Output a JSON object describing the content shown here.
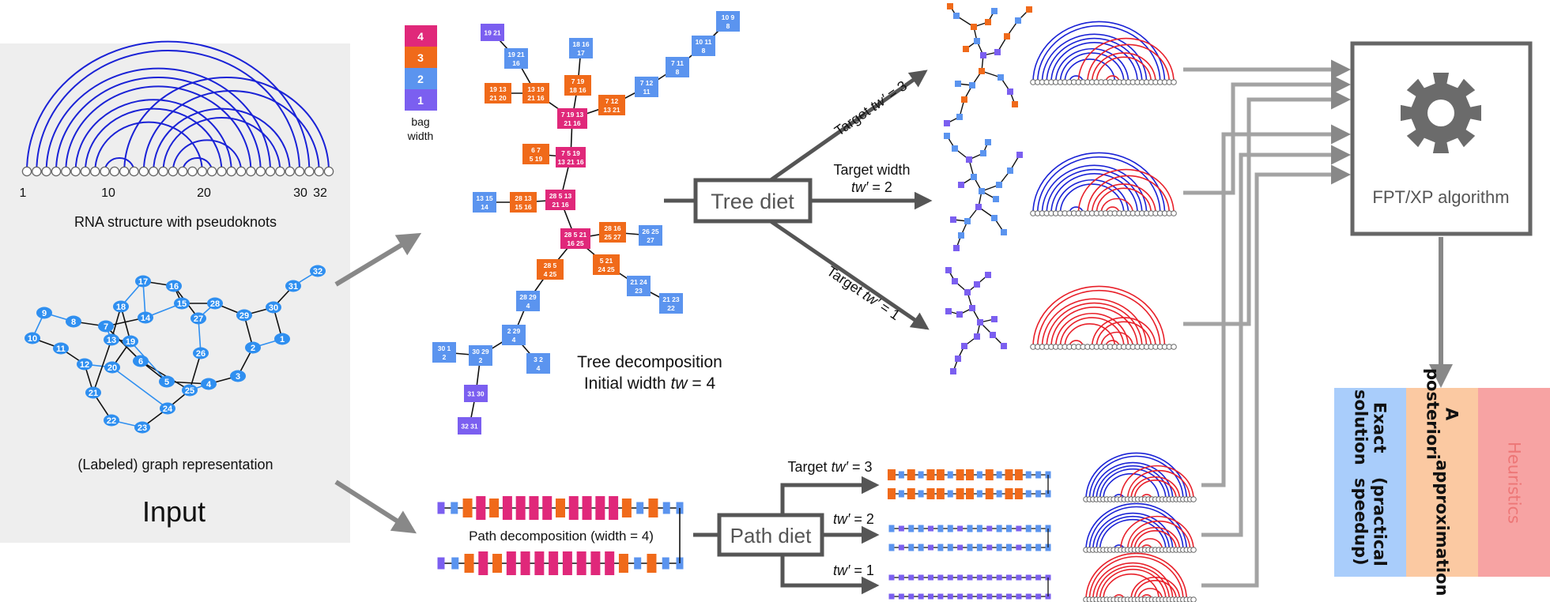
{
  "colors": {
    "w1": "#7b5ff0",
    "w2": "#5b94ef",
    "w3": "#f06a1a",
    "w4": "#e0287a",
    "arc_blue": "#1a22d6",
    "arc_red": "#e8202a",
    "node_blue": "#2f8ff0",
    "arrow_gray": "#888888",
    "box_dark": "#555555",
    "input_bg": "#eeeeee",
    "exact_bg": "#a9cdfb",
    "approx_bg": "#fbc9a2",
    "heur_bg": "#f7a3a3"
  },
  "input_panel": {
    "rna_axis_labels": [
      "1",
      "10",
      "20",
      "30",
      "32"
    ],
    "rna_caption": "RNA structure with pseudoknots",
    "graph_caption": "(Labeled) graph representation",
    "title": "Input"
  },
  "graph": {
    "node_labels": [
      "1",
      "2",
      "3",
      "4",
      "5",
      "6",
      "7",
      "8",
      "9",
      "10",
      "11",
      "12",
      "13",
      "14",
      "15",
      "16",
      "17",
      "18",
      "19",
      "20",
      "21",
      "22",
      "23",
      "24",
      "25",
      "26",
      "27",
      "28",
      "29",
      "30",
      "31",
      "32"
    ],
    "edges": [
      [
        9,
        8
      ],
      [
        8,
        7
      ],
      [
        7,
        6
      ],
      [
        7,
        13
      ],
      [
        13,
        19
      ],
      [
        19,
        20
      ],
      [
        20,
        12
      ],
      [
        12,
        11
      ],
      [
        11,
        10
      ],
      [
        10,
        9
      ],
      [
        12,
        21
      ],
      [
        21,
        22
      ],
      [
        22,
        23
      ],
      [
        23,
        24
      ],
      [
        24,
        25
      ],
      [
        25,
        4
      ],
      [
        4,
        3
      ],
      [
        3,
        2
      ],
      [
        2,
        1
      ],
      [
        1,
        30
      ],
      [
        30,
        31
      ],
      [
        31,
        32
      ],
      [
        30,
        29
      ],
      [
        29,
        28
      ],
      [
        28,
        27
      ],
      [
        27,
        16
      ],
      [
        16,
        17
      ],
      [
        17,
        18
      ],
      [
        18,
        13
      ],
      [
        18,
        19
      ],
      [
        14,
        15
      ],
      [
        15,
        16
      ],
      [
        15,
        28
      ],
      [
        27,
        26
      ],
      [
        26,
        25
      ],
      [
        29,
        2
      ],
      [
        24,
        20
      ],
      [
        25,
        6
      ],
      [
        14,
        7
      ],
      [
        5,
        19
      ],
      [
        5,
        4
      ],
      [
        21,
        13
      ],
      [
        17,
        14
      ],
      [
        6,
        5
      ]
    ]
  },
  "legend": {
    "values": [
      "4",
      "3",
      "2",
      "1"
    ],
    "caption_line1": "bag",
    "caption_line2": "width"
  },
  "tree_decomposition": {
    "caption_line1": "Tree decomposition",
    "caption_line2_prefix": "Initial width ",
    "caption_var": "tw",
    "caption_line2_suffix": " = 4",
    "bags": [
      {
        "l1": "19 21",
        "l2": "",
        "w": 1
      },
      {
        "l1": "19 21",
        "l2": "16",
        "w": 2
      },
      {
        "l1": "18 16",
        "l2": "17",
        "w": 2
      },
      {
        "l1": "10 9",
        "l2": "8",
        "w": 2
      },
      {
        "l1": "19 13",
        "l2": "21 20",
        "w": 3
      },
      {
        "l1": "13 19",
        "l2": "21 16",
        "w": 3
      },
      {
        "l1": "7 19",
        "l2": "18 16",
        "w": 3
      },
      {
        "l1": "10 11",
        "l2": "8",
        "w": 2
      },
      {
        "l1": "7 11",
        "l2": "8",
        "w": 2
      },
      {
        "l1": "7 12",
        "l2": "11",
        "w": 2
      },
      {
        "l1": "7 12",
        "l2": "13 21",
        "w": 3
      },
      {
        "l1": "7 19 13",
        "l2": "21 16",
        "w": 4
      },
      {
        "l1": "6 7",
        "l2": "5 19",
        "w": 3
      },
      {
        "l1": "7 5 19",
        "l2": "13 21 16",
        "w": 4
      },
      {
        "l1": "13 15",
        "l2": "14",
        "w": 2
      },
      {
        "l1": "28 13",
        "l2": "15 16",
        "w": 3
      },
      {
        "l1": "28 5 13",
        "l2": "21 16",
        "w": 4
      },
      {
        "l1": "28 5 21",
        "l2": "16 25",
        "w": 4
      },
      {
        "l1": "28 16",
        "l2": "25 27",
        "w": 3
      },
      {
        "l1": "26 25",
        "l2": "27",
        "w": 2
      },
      {
        "l1": "28 5",
        "l2": "4 25",
        "w": 3
      },
      {
        "l1": "5 21",
        "l2": "24 25",
        "w": 3
      },
      {
        "l1": "21 24",
        "l2": "23",
        "w": 2
      },
      {
        "l1": "21 23",
        "l2": "22",
        "w": 2
      },
      {
        "l1": "28 29",
        "l2": "4",
        "w": 2
      },
      {
        "l1": "2 29",
        "l2": "4",
        "w": 2
      },
      {
        "l1": "3 2",
        "l2": "4",
        "w": 2
      },
      {
        "l1": "30 1",
        "l2": "2",
        "w": 2
      },
      {
        "l1": "30 29",
        "l2": "2",
        "w": 2
      },
      {
        "l1": "31 30",
        "l2": "",
        "w": 1
      },
      {
        "l1": "32 31",
        "l2": "",
        "w": 1
      }
    ]
  },
  "tree_diet": {
    "box_label": "Tree diet",
    "targets": [
      {
        "prefix": "Target ",
        "var": "tw′",
        "suffix": " = 3"
      },
      {
        "line1": "Target width",
        "var": "tw′",
        "suffix": " = 2"
      },
      {
        "prefix": "Target ",
        "var": "tw′",
        "suffix": " = 1"
      }
    ]
  },
  "path_decomposition": {
    "caption": "Path decomposition (width = 4)",
    "row1_widths": [
      1,
      2,
      3,
      4,
      3,
      4,
      4,
      4,
      4,
      3,
      4,
      4,
      4,
      4,
      3,
      2,
      3,
      2,
      2
    ],
    "row2_widths": [
      1,
      2,
      3,
      4,
      3,
      4,
      4,
      4,
      4,
      4,
      4,
      4,
      4,
      3,
      2,
      3,
      2,
      2
    ]
  },
  "path_diet": {
    "box_label": "Path diet",
    "targets": [
      {
        "prefix": "Target ",
        "var": "tw′",
        "suffix": " = 3"
      },
      {
        "prefix": "",
        "var": "tw′",
        "suffix": " = 2"
      },
      {
        "prefix": "",
        "var": "tw′",
        "suffix": " = 1"
      }
    ],
    "pattern_tw3": [
      3,
      2,
      3,
      2,
      3,
      3,
      2,
      3,
      3,
      2,
      3,
      2,
      3,
      3,
      2,
      2,
      2
    ],
    "pattern_tw2": [
      2,
      1,
      2,
      2,
      1,
      2,
      2,
      1,
      2,
      2,
      1,
      2,
      2,
      1,
      2,
      2,
      2
    ],
    "pattern_tw1": [
      1,
      1,
      1,
      1,
      1,
      1,
      1,
      1,
      1,
      1,
      1,
      1,
      1,
      1,
      1,
      1,
      1
    ]
  },
  "algorithm": {
    "label": "FPT/XP algorithm",
    "icon": "gear-icon"
  },
  "outcomes": {
    "exact_line1": "Exact solution",
    "exact_line2": "(practical speedup)",
    "approx_line1": "A posteriori",
    "approx_line2": "approximation",
    "heuristics": "Heuristics"
  }
}
